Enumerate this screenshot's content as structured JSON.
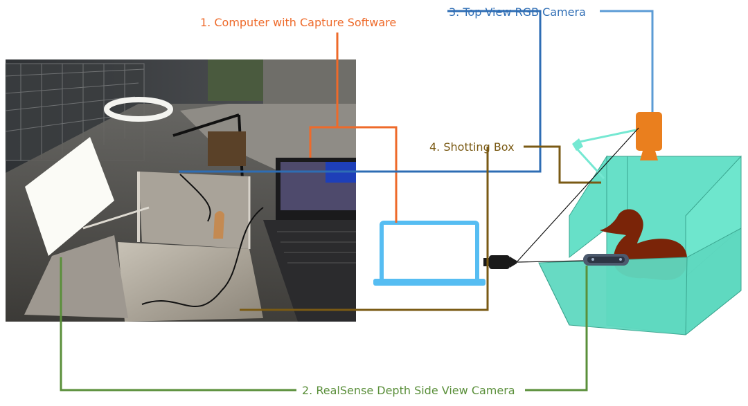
{
  "labels": {
    "computer": "1. Computer with Capture  Software",
    "depth_camera": "2. RealSense Depth Side View Camera",
    "rgb_camera": "3. Top View RGB Camera",
    "box": "4. Shotting Box"
  },
  "colors": {
    "computer": "#ee6a2a",
    "depth_camera": "#5a8f3a",
    "rgb_camera": "#2e6db4",
    "rgb_camera_lead": "#5b9bd5",
    "box": "#7a5a14",
    "laptop": "#56bdf2",
    "box_fill": "#67e0c8",
    "camera_orange": "#ea7f1e",
    "duck": "#7a2408",
    "realsense": "#4d5a6e"
  },
  "photo": {
    "description_icon": "photo-of-real-setup"
  }
}
